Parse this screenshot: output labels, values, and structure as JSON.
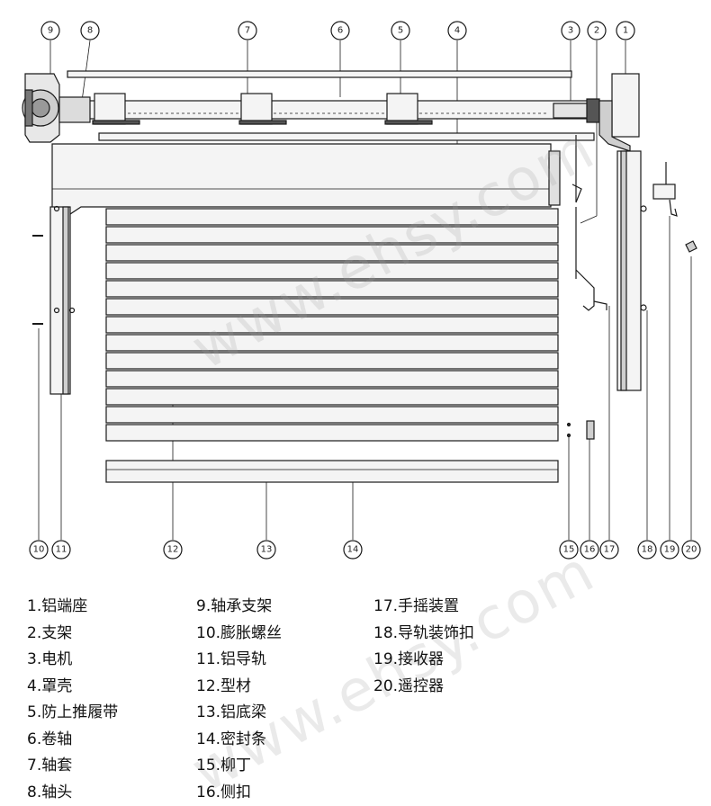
{
  "callouts": [
    "9",
    "8",
    "7",
    "6",
    "5",
    "4",
    "3",
    "2",
    "1",
    "10",
    "11",
    "12",
    "13",
    "14",
    "15",
    "16",
    "17",
    "18",
    "19",
    "20"
  ],
  "legend": {
    "col1": [
      "1.铝端座",
      "2.支架",
      "3.电机",
      "4.罩壳",
      "5.防上推履带",
      "6.卷轴",
      "7.轴套",
      "8.轴头"
    ],
    "col2": [
      "9.轴承支架",
      "10.膨胀螺丝",
      "11.铝导轨",
      "12.型材",
      "13.铝底梁",
      "14.密封条",
      "15.柳丁",
      "16.侧扣"
    ],
    "col3": [
      "17.手摇装置",
      "18.导轨装饰扣",
      "19.接收器",
      "20.遥控器"
    ]
  },
  "watermark": "www.ehsy.com",
  "colors": {
    "line": "#1a1a1a",
    "fill": "#f4f4f4",
    "shade": "#cfcfcf",
    "dark": "#555555"
  }
}
